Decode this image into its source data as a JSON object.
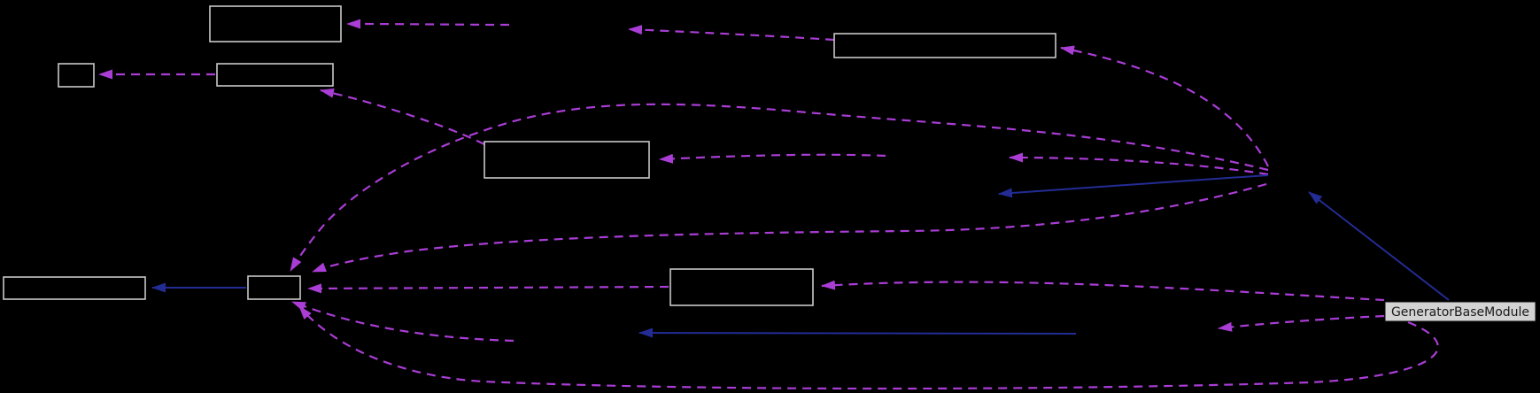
{
  "diagram": {
    "type": "collaboration-graph",
    "highlight_node": {
      "label": "GeneratorBaseModule"
    },
    "unlabeled_node_count": 8,
    "colors": {
      "background": "#000000",
      "node_border": "#c8c8c8",
      "highlight_fill": "#d3d3d3",
      "highlight_text": "#1a1a1a",
      "usage_edge": "#a93dd5",
      "inheritance_edge": "#232c94"
    },
    "legend": {
      "usage_edge_style": "dashed",
      "inheritance_edge_style": "solid"
    }
  }
}
